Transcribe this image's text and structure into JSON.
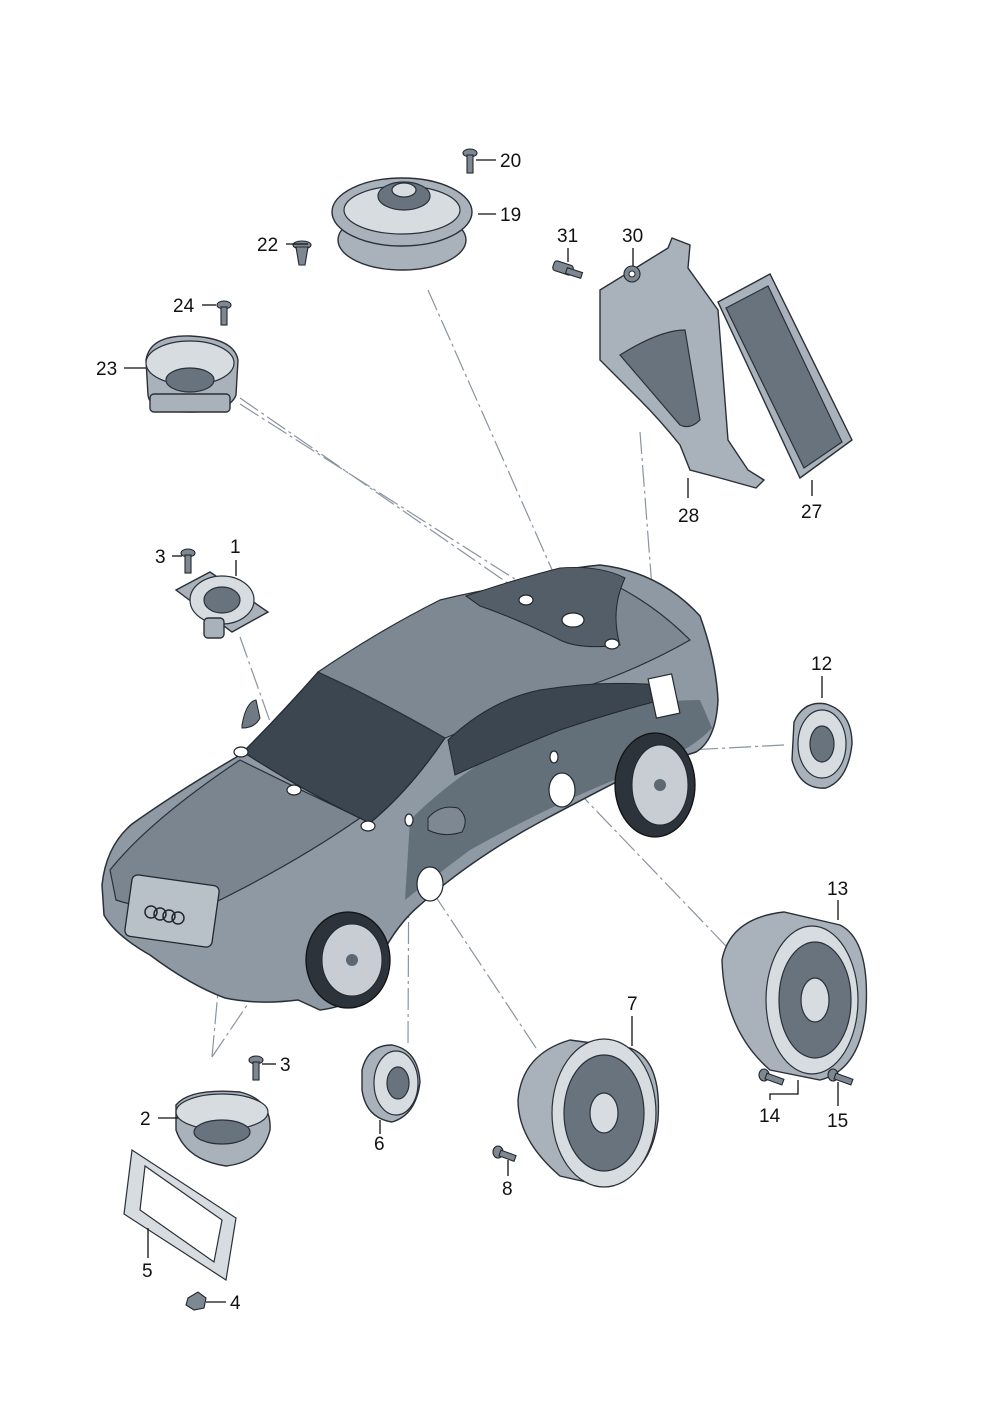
{
  "diagram": {
    "callouts": [
      "20",
      "19",
      "22",
      "31",
      "30",
      "24",
      "23",
      "28",
      "27",
      "3",
      "1",
      "12",
      "13",
      "7",
      "3",
      "2",
      "6",
      "14",
      "15",
      "8",
      "5",
      "4"
    ]
  },
  "colors": {
    "car_body": "#8e99a4",
    "car_shadow": "#5d6872",
    "glass": "#3c4650",
    "roof_strip": "#545e68",
    "part_fill": "#a9b1ba",
    "leader": "#8a94a0"
  }
}
